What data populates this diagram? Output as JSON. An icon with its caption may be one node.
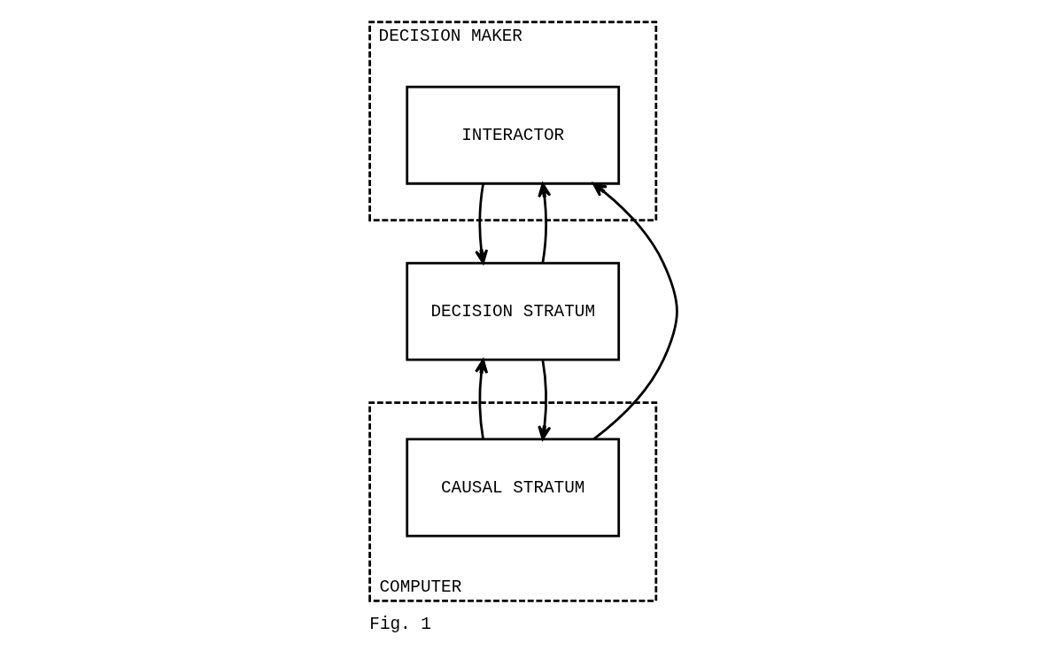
{
  "diagram": {
    "caption": "Fig. 1",
    "nodes": [
      {
        "text": [
          "DECISION MAKER"
        ]
      },
      {
        "text": [
          "INTERACTOR"
        ],
        "in": 0
      },
      {
        "text": [
          "COMPUTER"
        ]
      },
      {
        "text": [
          "DECISION STRATUM"
        ]
      },
      {
        "text": [
          "CAUSAL STRATUM"
        ],
        "in": 2
      }
    ],
    "edges": [
      {
        "from": 1,
        "to": 3,
        "arrow": "to"
      },
      {
        "from": 3,
        "to": 1,
        "arrow": "to"
      },
      {
        "from": 3,
        "to": 4,
        "arrow": "to"
      },
      {
        "from": 4,
        "to": 3,
        "arrow": "to"
      },
      {
        "from": 4,
        "to": 1,
        "arrow": "to"
      }
    ]
  }
}
